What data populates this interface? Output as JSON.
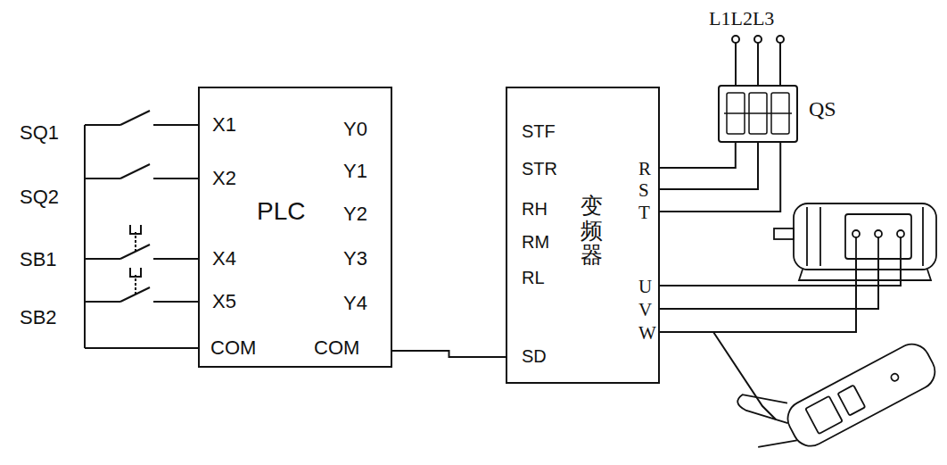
{
  "diagram": {
    "nodes": [
      {
        "text": [
          "PLC"
        ]
      },
      {
        "text": [
          "变频器"
        ]
      },
      {
        "text": [
          "QS"
        ]
      }
    ],
    "edges": [
      {
        "from": 0,
        "to": 1,
        "arrow": "none"
      },
      {
        "from": 2,
        "to": 1,
        "arrow": "none"
      },
      {
        "from": 2,
        "to": 1,
        "arrow": "none"
      },
      {
        "from": 2,
        "to": 1,
        "arrow": "none"
      }
    ],
    "labels": [
      "SQ1",
      "SQ2",
      "SB1",
      "SB2",
      "X1",
      "X2",
      "X4",
      "X5",
      "COM",
      "Y0",
      "Y1",
      "Y2",
      "Y3",
      "Y4",
      "COM",
      "STF",
      "STR",
      "RH",
      "RM",
      "RL",
      "SD",
      "R",
      "S",
      "T",
      "U",
      "V",
      "W",
      "L1L2L3"
    ]
  }
}
